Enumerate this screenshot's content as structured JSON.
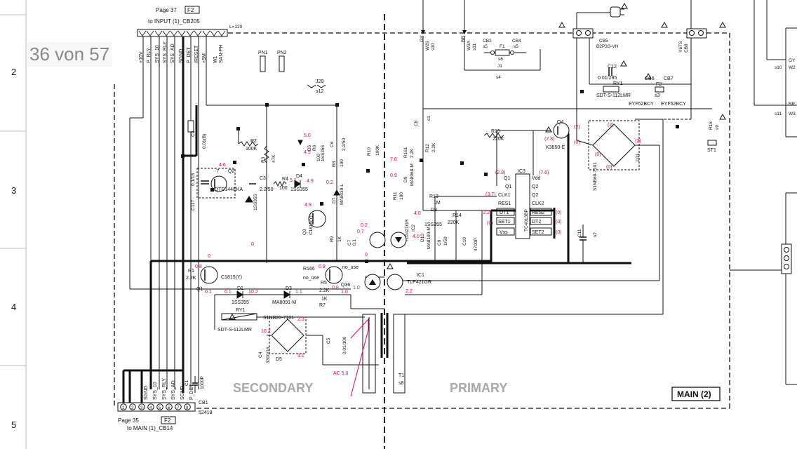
{
  "pager": "36 von 57",
  "rulers": [
    "2",
    "3",
    "4",
    "5"
  ],
  "page_refs": {
    "top_page": "Page 37",
    "top_box": "F2",
    "top_to": "to INPUT (1)_CB205",
    "bottom_page": "Page 35",
    "bottom_box": "F2",
    "bottom_to": "to MAIN (1)_CB14"
  },
  "top_pins": [
    "+10V",
    "P_RLY",
    "SYS_10",
    "SYS_RLY",
    "SYS_AD",
    "SGND",
    "P_DET",
    "/RESET",
    "+5M"
  ],
  "bottom_pins": [
    "SGND",
    "SYS_10",
    "SYS_RLY",
    "SYS_AD",
    "SGND",
    "P_DET"
  ],
  "pin_numbers": [
    "1",
    "2",
    "3",
    "4",
    "5",
    "6",
    "7",
    "8"
  ],
  "section_labels": {
    "secondary": "SECONDARY",
    "primary": "PRIMARY",
    "board": "MAIN (2)"
  },
  "components": {
    "w1": "W1",
    "w1_type": "SAN-PH",
    "l120": "L=120",
    "pn1": "PN1",
    "pn2": "PN2",
    "j28": "J28",
    "s12": "s12",
    "c2": "C2",
    "c2_val": "0.01(B)",
    "r2": "R2",
    "r2_val": "100K",
    "r3": "R3",
    "r3_val": "47K",
    "c117": "C117",
    "c117_val": "0.1/16",
    "q7": "·7",
    "q2": "Q2",
    "q2_type": "DTC144EKA",
    "c3": "C3",
    "c3_val": "2.2/50",
    "r4": "R4",
    "r4_val": "100",
    "d4": "D4",
    "d4_type": "1SS355",
    "r6": "R6",
    "r6_val": "100",
    "d5": "D5",
    "d5_type": "1SS355",
    "c6": "C6",
    "c6_val": "2.2/50",
    "r10": "R10",
    "r10_val": "100K",
    "r8": "R8",
    "r8_val": "100",
    "d7": "D7",
    "d7_type": "MA8030-L",
    "q3": "Q3",
    "q3_type": "C1815(Y)",
    "q1": "Q1",
    "q1_type": "C1815(Y)",
    "r1": "R1",
    "r1_val": "2.2K",
    "r9": "R9",
    "r9_val": "1K",
    "c7": "C7",
    "c7_val": "0.1",
    "r166": "R166",
    "no_use": "no_use",
    "q36": "Q36",
    "d1": "D1",
    "d1_type": "1SS355",
    "d3": "D3",
    "d3_type": "MA8091-M",
    "r5": "R5",
    "r5_val": "2.2K",
    "r7": "R7",
    "r7_val": "1K",
    "ry1": "RY1",
    "ry1_type": "SDT-S-112LMR",
    "d5b": "D5",
    "d5b_type": "S1NB20-7101",
    "c4": "C4",
    "c4_val": "3300/16",
    "c5": "C5",
    "c5_val": "0.01/100",
    "ac": "AC 5.0",
    "t1": "T1",
    "s8": "s8",
    "cb1": "CB1",
    "cb1_type": "52418",
    "c1": "C1",
    "c1_val": "1000P",
    "w26": "W26",
    "s10": "s10",
    "w3a": "W3A",
    "s11": "s11",
    "cb2": "CB2",
    "s5": "s5",
    "f1": "F1",
    "s6": "s6",
    "cb4": "CB4",
    "s5b": "s5",
    "j1": "J1",
    "s4": "s4",
    "cb5": "CB5",
    "cb5_type": "B2P3S-VH",
    "cb8": "CB8",
    "cb8_type": "Y6TS",
    "c12": "C12",
    "c12_val": "0.01/295",
    "ry1b": "RY1",
    "ry1b_type": "SDT-S-112LMR",
    "cb6": "CB6",
    "cb7": "CB7",
    "f2": "F2",
    "s3": "s3",
    "eyf1": "EYF52BCY",
    "eyf2": "EYF52BCY",
    "r16": "R16",
    "s9": "s9",
    "st1": "ST1",
    "c8": "C8",
    "s1": "s1",
    "r15": "R15",
    "r15_val": "220K",
    "q4": "Q4",
    "q4_type": "K3850-E",
    "d11": "D11",
    "d11_type": "S1NB60-7101",
    "r161": "R161",
    "r161_val": "2.2K",
    "r12": "R12",
    "r12_val": "2.2K",
    "d9": "D9",
    "d9_type": "MA8068-M",
    "r11": "R11",
    "r11_val": "100",
    "ic2": "IC2",
    "ic2_type": "TLP421GR",
    "ic1": "IC1",
    "ic1_type": "TLP421GR",
    "r13": "R13",
    "r13_val": "1M",
    "d8": "D8",
    "d8_type": "1SS355",
    "r14": "R14",
    "r14_val": "220K",
    "d10": "D10",
    "d10_type": "MA8100-M",
    "c9": "C9",
    "c9_val": "1/50",
    "c10": "C10",
    "c10_val": "4700P",
    "ic3": "IC3",
    "ic3_type": "TC4013BP",
    "c11": "C11",
    "s2": "s2"
  },
  "ic3_pins": {
    "q1": "Q1",
    "clk1": "CLK1",
    "res1": "RES1",
    "dt1": "DT1",
    "set1": "SET1",
    "vss": "Vss",
    "vdd": "Vdd",
    "q2": "Q2",
    "q2b": "Q2",
    "clk2": "CLK2",
    "res2": "RES2",
    "dt2": "DT2",
    "set2": "SET2"
  },
  "voltages": {
    "v1": "4.6",
    "v2": "5.0",
    "v3": "4.9",
    "v4": "5.1",
    "v5": "4.9",
    "v6": "0.2",
    "v7": "4.9",
    "v8": "0",
    "v9": "0.1",
    "v10": "0.8",
    "v11": "0.8",
    "v12": "0.1",
    "v13": "10.2",
    "v14": "1.1",
    "v15": "0.8",
    "v16": "1.0",
    "v17": "2.3",
    "v18": "10.2",
    "v19": "3.1",
    "v20": "7.6",
    "v21": "0.9",
    "v22": "4.0",
    "v23": "4.0",
    "v24": "2.2",
    "v25": "(2.8)",
    "v26": "(2.8)",
    "v27": "(3.7)",
    "v28": "(2.2)",
    "v29": "(0)",
    "v30": "(7.6)",
    "v31": "(0)",
    "v32": "(0)",
    "v33": "(0)",
    "v34": "(2)",
    "v35": "(0)",
    "v36": "(2)",
    "v37": "(2)",
    "v38": "(0)",
    "v39": "(0)",
    "v40": "0.7",
    "v41": "0.8",
    "v42": "0.2",
    "v43": "0",
    "v44": "1.0",
    "v45": "0"
  },
  "right_labels": {
    "w2a": "W2",
    "gy": "GY",
    "s10r": "s10",
    "w3b": "W3",
    "br": "BR",
    "s11r": "s11"
  },
  "colors": {
    "wire": "#111111",
    "voltage": "#e0006f",
    "section": "#a9a9a9",
    "pager_bg": "#f6f6f6"
  }
}
